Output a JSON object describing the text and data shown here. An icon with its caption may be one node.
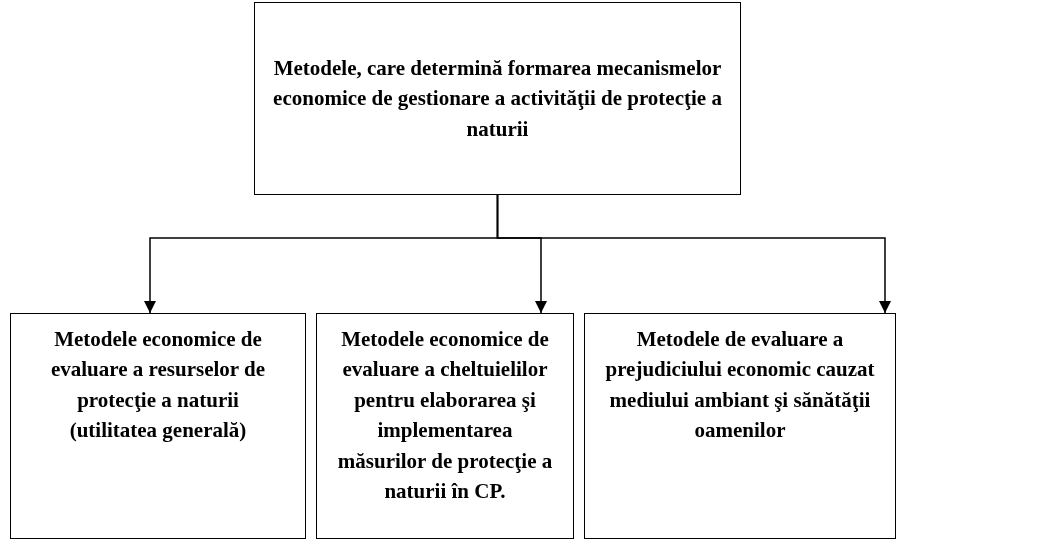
{
  "diagram": {
    "nodes": [
      {
        "text": [
          "Metodele, care determină formarea mecanismelor economice de gestionare a activităţii de protecţie a naturii"
        ]
      },
      {
        "text": [
          "Metodele economice de evaluare a resurselor de protecţie a naturii (utilitatea generală)"
        ]
      },
      {
        "text": [
          "Metodele economice de evaluare a cheltuielilor pentru elaborarea şi implementarea măsurilor de protecţie a naturii în CP."
        ]
      },
      {
        "text": [
          "Metodele de evaluare a prejudiciului economic cauzat mediului ambiant şi sănătăţii oamenilor"
        ]
      }
    ],
    "edges": [
      {
        "from": 0,
        "to": 1,
        "arrow": "to"
      },
      {
        "from": 0,
        "to": 2,
        "arrow": "to"
      },
      {
        "from": 0,
        "to": 3,
        "arrow": "to"
      }
    ]
  }
}
